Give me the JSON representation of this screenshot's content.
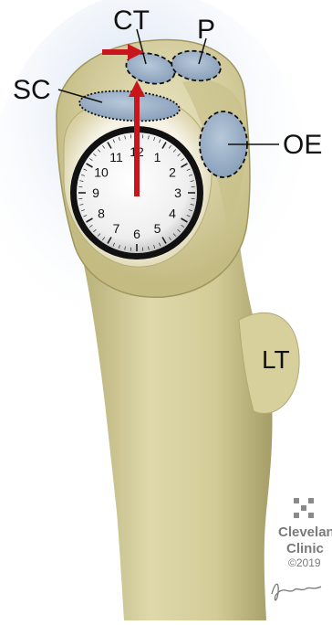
{
  "labels": {
    "ct": "CT",
    "p": "P",
    "sc": "SC",
    "oe": "OE",
    "lt": "LT"
  },
  "clock": {
    "numbers": [
      "12",
      "1",
      "2",
      "3",
      "4",
      "5",
      "6",
      "7",
      "8",
      "9",
      "10",
      "11"
    ]
  },
  "logo": {
    "line1": "Cleveland",
    "line2": "Clinic",
    "year": "©2019"
  },
  "colors": {
    "bone": "#d9d3a3",
    "bone_shadow": "#a8a06a",
    "glenoid_glow": "#f4f1e4",
    "facet": "#9fb3c9",
    "arrow": "#c8161d",
    "background_glow": "#c9d8ee"
  }
}
